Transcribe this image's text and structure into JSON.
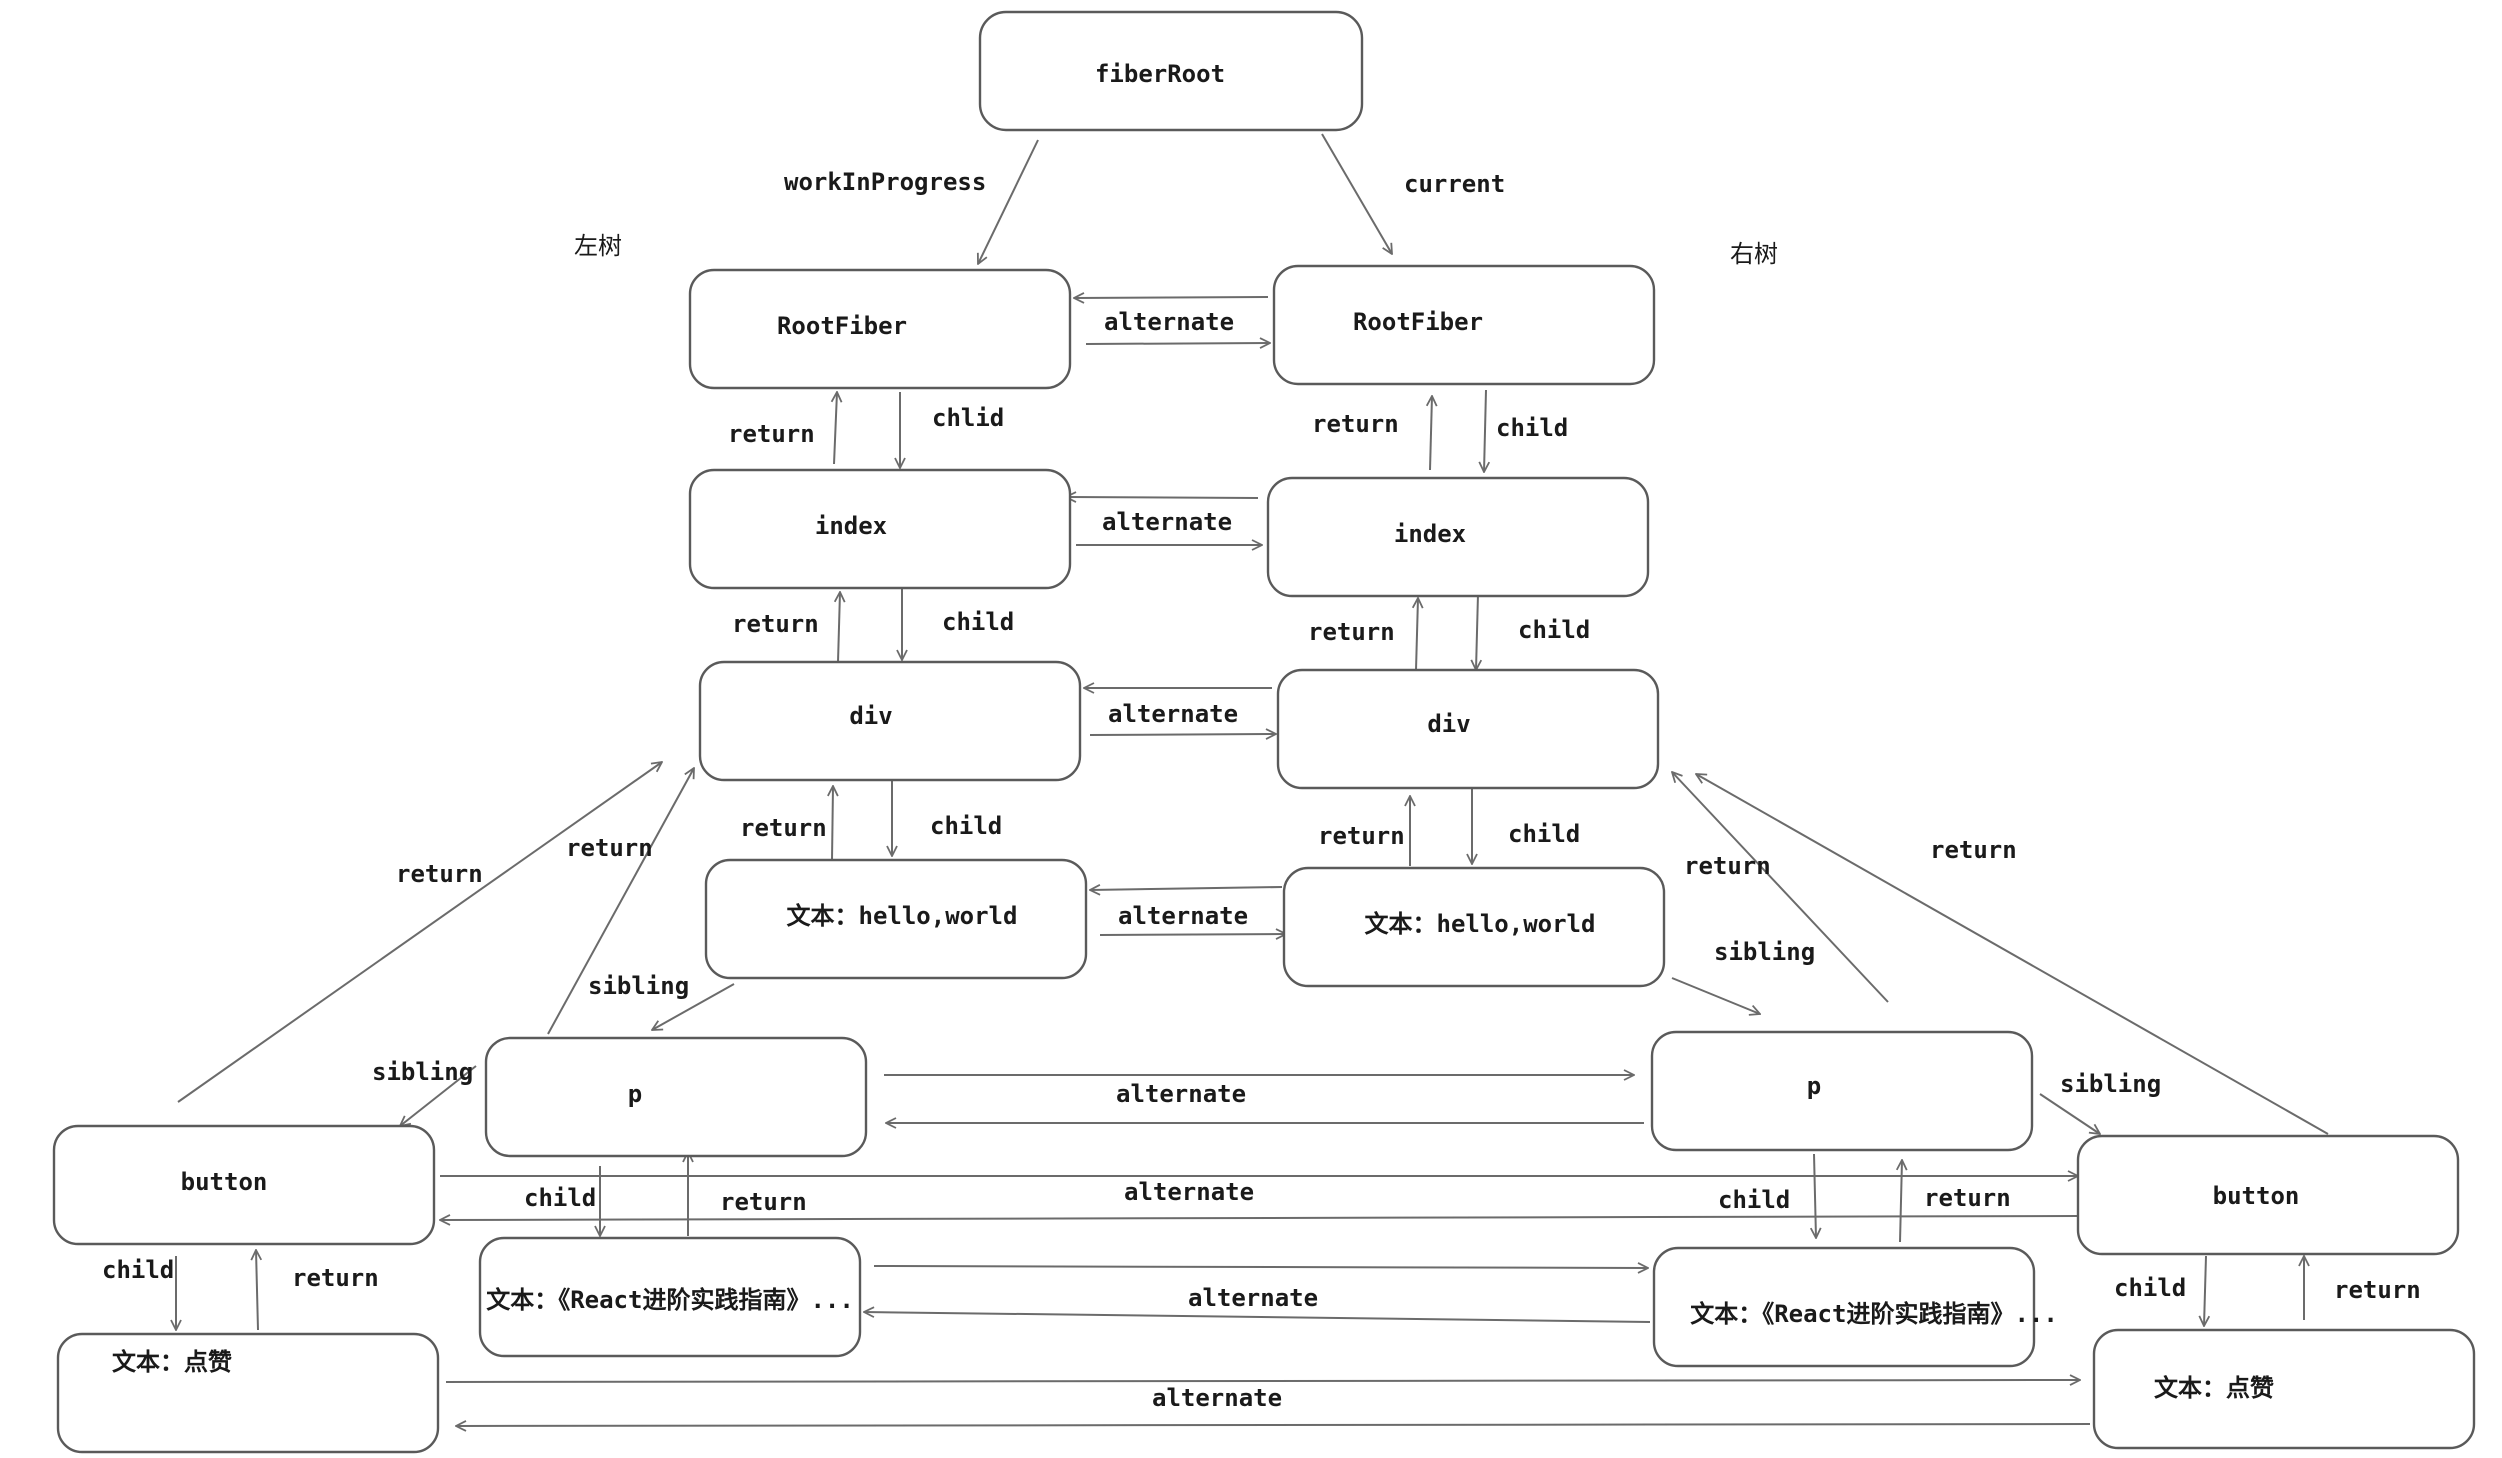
{
  "diagram": {
    "side_labels": {
      "left": "左树",
      "right": "右树"
    },
    "nodes": {
      "fiberRoot": "fiberRoot",
      "l_rootfiber": "RootFiber",
      "r_rootfiber": "RootFiber",
      "l_index": "index",
      "r_index": "index",
      "l_div": "div",
      "r_div": "div",
      "l_text_hello": "文本：hello,world",
      "r_text_hello": "文本：hello,world",
      "l_p": "p",
      "r_p": "p",
      "l_button": "button",
      "r_button": "button",
      "l_text_react": "文本：《React进阶实践指南》...",
      "r_text_react": "文本：《React进阶实践指南》...",
      "l_text_zan": "文本：点赞",
      "r_text_zan": "文本：点赞"
    },
    "edge_labels": {
      "workInProgress": "workInProgress",
      "current": "current",
      "alt_rootfiber": "alternate",
      "alt_index": "alternate",
      "alt_div": "alternate",
      "alt_hello": "alternate",
      "alt_p": "alternate",
      "alt_button": "alternate",
      "alt_react": "alternate",
      "alt_zan": "alternate",
      "l_rf_return": "return",
      "l_rf_child": "chlid",
      "r_rf_return": "return",
      "r_rf_child": "child",
      "l_idx_return": "return",
      "l_idx_child": "child",
      "r_idx_return": "return",
      "r_idx_child": "child",
      "l_div_return": "return",
      "l_div_child": "child",
      "r_div_return": "return",
      "r_div_child": "child",
      "l_hello_sibling": "sibling",
      "l_p_return": "return",
      "l_p_sibling": "sibling",
      "l_button_return": "return",
      "l_p_child": "child",
      "l_react_return": "return",
      "l_btn_child": "child",
      "l_zan_return": "return",
      "r_hello_sibling": "sibling",
      "r_p_return": "return",
      "r_p_sibling": "sibling",
      "r_button_return": "return",
      "r_p_child": "child",
      "r_react_return": "return",
      "r_btn_child": "child",
      "r_zan_return": "return"
    }
  }
}
